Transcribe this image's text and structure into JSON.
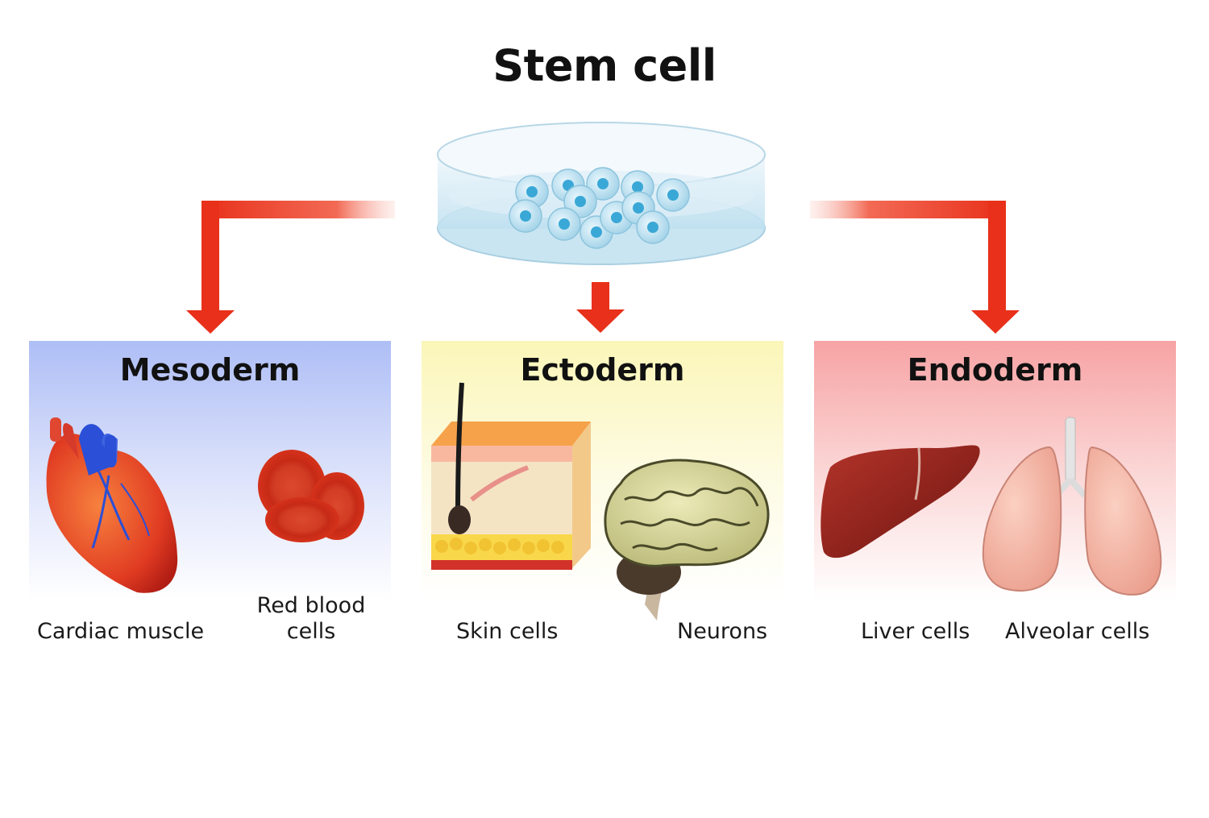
{
  "title": "Stem cell",
  "layers": [
    {
      "name": "Mesoderm",
      "items": [
        "Cardiac muscle",
        "Red blood cells"
      ]
    },
    {
      "name": "Ectoderm",
      "items": [
        "Skin cells",
        "Neurons"
      ]
    },
    {
      "name": "Endoderm",
      "items": [
        "Liver cells",
        "Alveolar cells"
      ]
    }
  ],
  "colors": {
    "arrow": "#e8301a",
    "mesoderm": "#aebef6",
    "ectoderm": "#fbf6b8",
    "endoderm": "#f7a3a4"
  },
  "icons": [
    "petri-dish-icon",
    "heart-icon",
    "red-blood-cells-icon",
    "skin-section-icon",
    "brain-icon",
    "liver-icon",
    "lungs-icon"
  ]
}
